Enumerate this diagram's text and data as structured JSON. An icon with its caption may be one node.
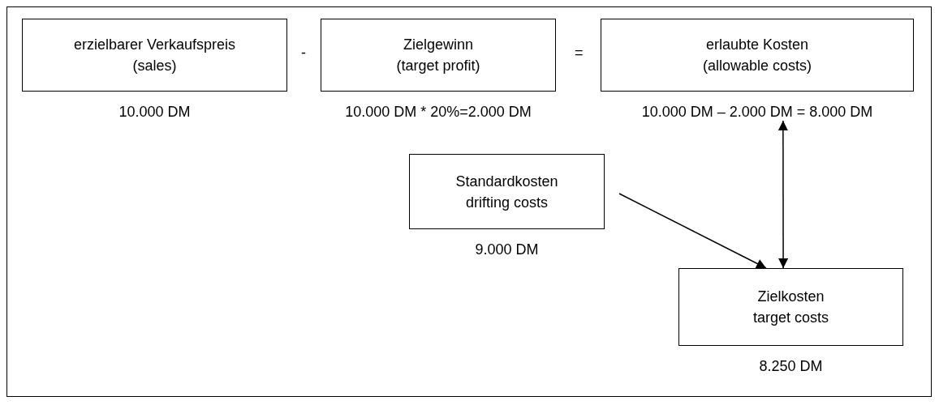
{
  "diagram": {
    "nodes": [
      {
        "text": [
          "erzielbarer Verkaufspreis",
          "(sales)"
        ],
        "beside": [
          "10.000 DM"
        ]
      },
      {
        "text": [
          "Zielgewinn",
          "(target profit)"
        ],
        "beside": [
          "10.000 DM * 20%=2.000 DM"
        ]
      },
      {
        "text": [
          "erlaubte Kosten",
          "(allowable costs)"
        ],
        "beside": [
          "10.000 DM – 2.000 DM = 8.000 DM"
        ]
      },
      {
        "text": [
          "Standardkosten",
          "drifting costs"
        ],
        "beside": [
          "9.000 DM"
        ]
      },
      {
        "text": [
          "Zielkosten",
          "target costs"
        ],
        "beside": [
          "8.250 DM"
        ]
      }
    ],
    "edges": [
      {
        "from": 3,
        "to": 4,
        "arrow": "to"
      },
      {
        "from": 2,
        "to": 4,
        "arrow": "both"
      }
    ],
    "labels": [
      "-",
      "="
    ]
  }
}
